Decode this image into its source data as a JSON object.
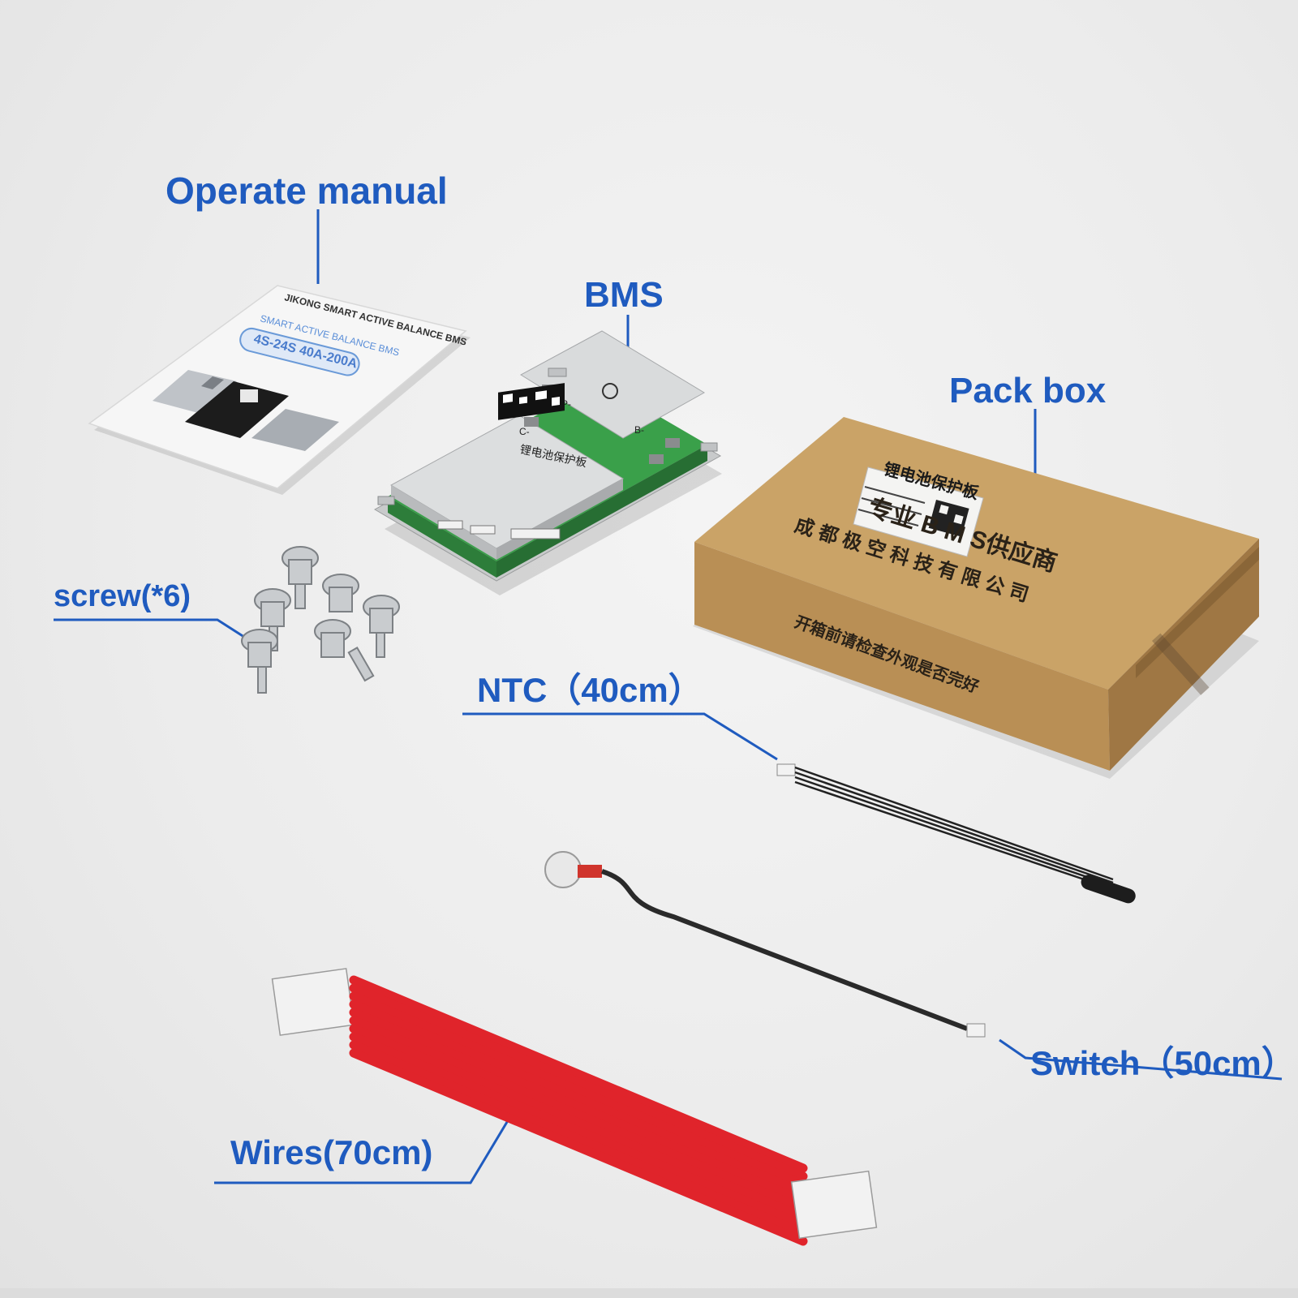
{
  "labels": {
    "manual": "Operate manual",
    "bms": "BMS",
    "pack_box": "Pack box",
    "screw": "screw(*6)",
    "ntc": "NTC（40cm）",
    "switch": "Switch（50cm）",
    "wires": "Wires(70cm)"
  },
  "manual": {
    "brand": "JIKONG SMART ACTIVE BALANCE BMS",
    "line1": "SMART ACTIVE BALANCE BMS",
    "model": "4S-24S 40A-200A"
  },
  "bms_board": {
    "title_cn": "锂电池保护板",
    "p_label": "P-",
    "b_label": "B-",
    "c_label": "C-"
  },
  "pack_box": {
    "sticker_title": "锂电池保护板",
    "line1": "专业 B M S供应商",
    "line2": "成 都 极 空 科 技 有 限 公 司",
    "line3": "开箱前请检查外观是否完好"
  },
  "colors": {
    "label_blue": "#1f5bbf",
    "cardboard": "#c9a264",
    "wire_red": "#e0242b",
    "pcb_green": "#3aa04a"
  },
  "icons": {
    "manual": "manual-booklet-image",
    "bms": "bms-board-image",
    "box": "cardboard-box-image",
    "screws": "screws-image",
    "ntc": "ntc-cable-image",
    "switch": "switch-cable-image",
    "wires": "ribbon-wires-image"
  }
}
